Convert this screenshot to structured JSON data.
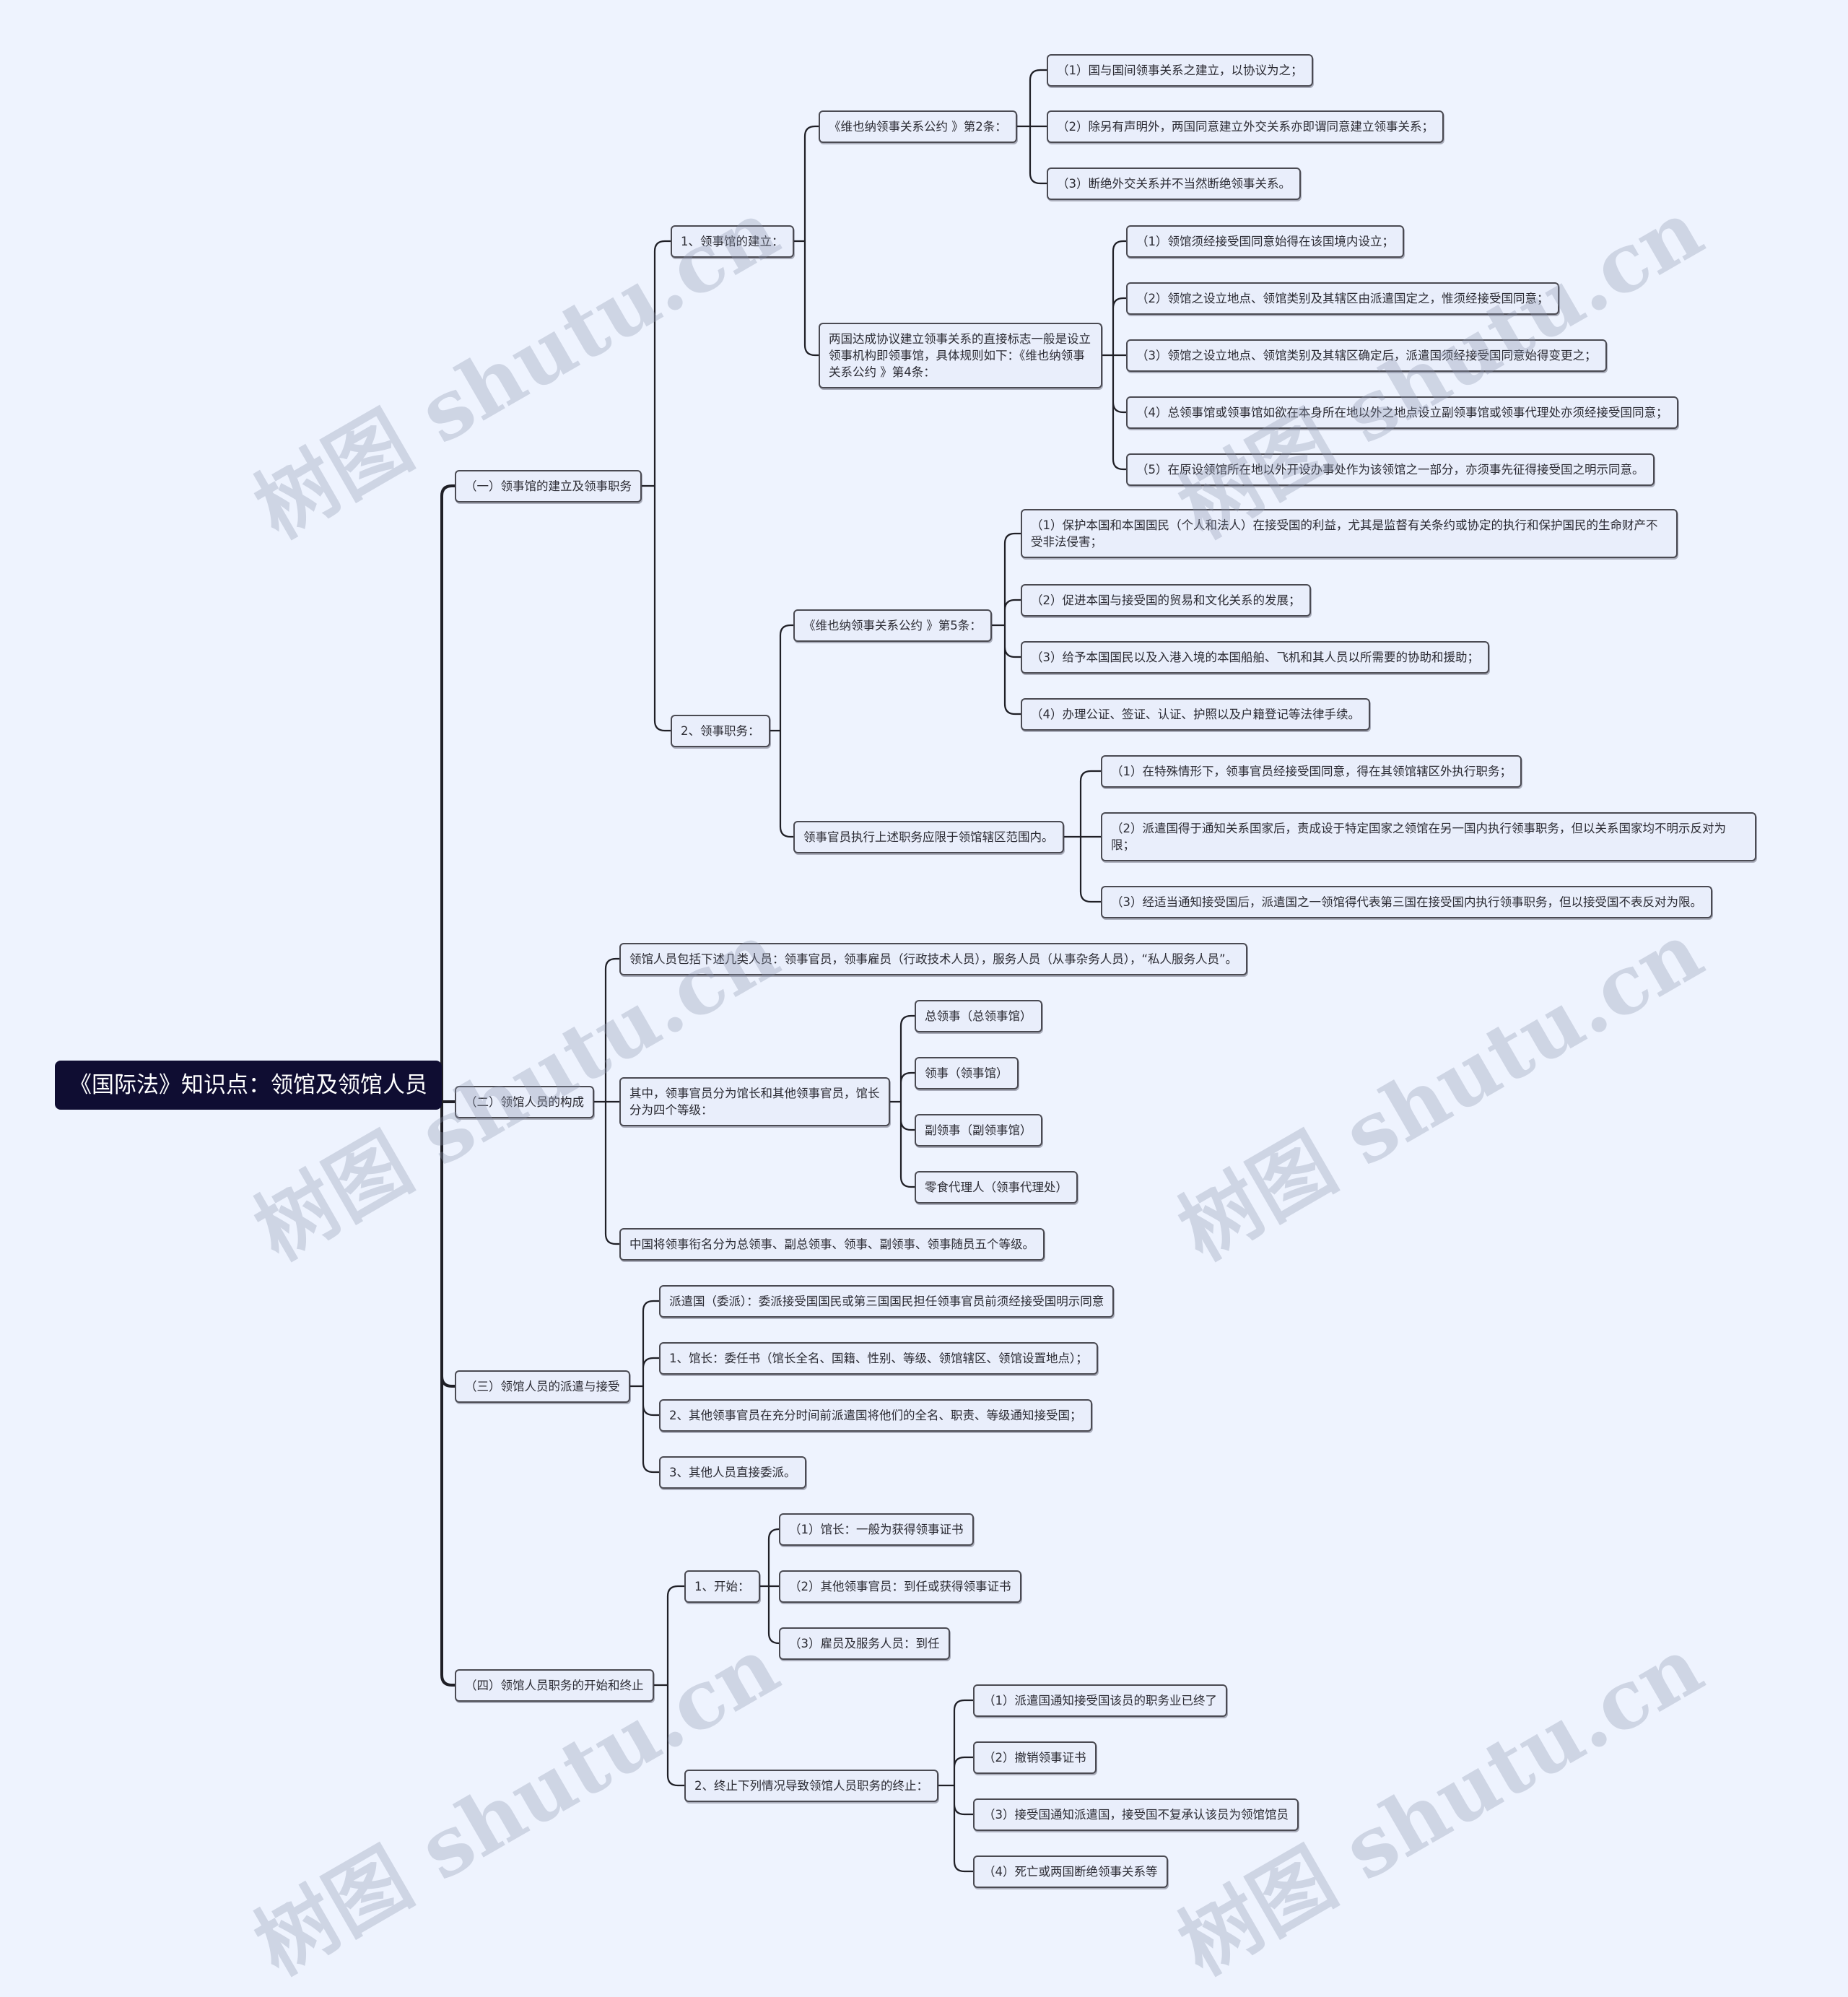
{
  "mindmap": {
    "root": "《国际法》知识点：领馆及领馆人员",
    "branches": [
      {
        "label": "（一）领事馆的建立及领事职务",
        "children": [
          {
            "label": "1、领事馆的建立：",
            "children": [
              {
                "label": "《维也纳领事关系公约 》第2条：",
                "children": [
                  "（1）国与国间领事关系之建立，以协议为之；",
                  "（2）除另有声明外，两国同意建立外交关系亦即谓同意建立领事关系；",
                  "（3）断绝外交关系并不当然断绝领事关系。"
                ]
              },
              {
                "label": "两国达成协议建立领事关系的直接标志一般是设立领事机构即领事馆，具体规则如下：《维也纳领事关系公约 》第4条：",
                "children": [
                  "（1）领馆须经接受国同意始得在该国境内设立；",
                  "（2）领馆之设立地点、领馆类别及其辖区由派遣国定之，惟须经接受国同意；",
                  "（3）领馆之设立地点、领馆类别及其辖区确定后，派遣国须经接受国同意始得变更之；",
                  "（4）总领事馆或领事馆如欲在本身所在地以外之地点设立副领事馆或领事代理处亦须经接受国同意；",
                  "（5）在原设领馆所在地以外开设办事处作为该领馆之一部分，亦须事先征得接受国之明示同意。"
                ]
              }
            ]
          },
          {
            "label": "2、领事职务：",
            "children": [
              {
                "label": "《维也纳领事关系公约 》第5条：",
                "children": [
                  "（1）保护本国和本国国民（个人和法人）在接受国的利益，尤其是监督有关条约或协定的执行和保护国民的生命财产不受非法侵害；",
                  "（2）促进本国与接受国的贸易和文化关系的发展；",
                  "（3）给予本国国民以及入港入境的本国船舶、飞机和其人员以所需要的协助和援助；",
                  "（4）办理公证、签证、认证、护照以及户籍登记等法律手续。"
                ]
              },
              {
                "label": "领事官员执行上述职务应限于领馆辖区范围内。",
                "children": [
                  "（1）在特殊情形下，领事官员经接受国同意，得在其领馆辖区外执行职务；",
                  "（2）派遣国得于通知关系国家后，责成设于特定国家之领馆在另一国内执行领事职务，但以关系国家均不明示反对为限；",
                  "（3）经适当通知接受国后，派遣国之一领馆得代表第三国在接受国内执行领事职务，但以接受国不表反对为限。"
                ]
              }
            ]
          }
        ]
      },
      {
        "label": "（二）领馆人员的构成",
        "children": [
          "领馆人员包括下述几类人员：领事官员，领事雇员（行政技术人员），服务人员（从事杂务人员），“私人服务人员”。",
          {
            "label": "其中，领事官员分为馆长和其他领事官员，馆长分为四个等级：",
            "children": [
              "总领事（总领事馆）",
              "领事（领事馆）",
              "副领事（副领事馆）",
              "零食代理人（领事代理处）"
            ]
          },
          "中国将领事衔名分为总领事、副总领事、领事、副领事、领事随员五个等级。"
        ]
      },
      {
        "label": "（三）领馆人员的派遣与接受",
        "children": [
          "派遣国（委派）：委派接受国国民或第三国国民担任领事官员前须经接受国明示同意",
          "1、馆长：委任书（馆长全名、国籍、性别、等级、领馆辖区、领馆设置地点）；",
          "2、其他领事官员在充分时间前派遣国将他们的全名、职责、等级通知接受国；",
          "3、其他人员直接委派。"
        ]
      },
      {
        "label": "（四）领馆人员职务的开始和终止",
        "children": [
          {
            "label": "1、开始：",
            "children": [
              "（1）馆长：一般为获得领事证书",
              "（2）其他领事官员：到任或获得领事证书",
              "（3）雇员及服务人员：到任"
            ]
          },
          {
            "label": "2、终止下列情况导致领馆人员职务的终止：",
            "children": [
              "（1）派遣国通知接受国该员的职务业已终了",
              "（2）撤销领事证书",
              "（3）接受国通知派遣国，接受国不复承认该员为领馆馆员",
              "（4）死亡或两国断绝领事关系等"
            ]
          }
        ]
      }
    ]
  },
  "watermark": {
    "text": "树图 shutu.cn"
  },
  "colors": {
    "background": "#eef3fe",
    "root_bg": "#0f0d32",
    "node_bg": "#e9eefb",
    "line": "#1f1f26"
  }
}
